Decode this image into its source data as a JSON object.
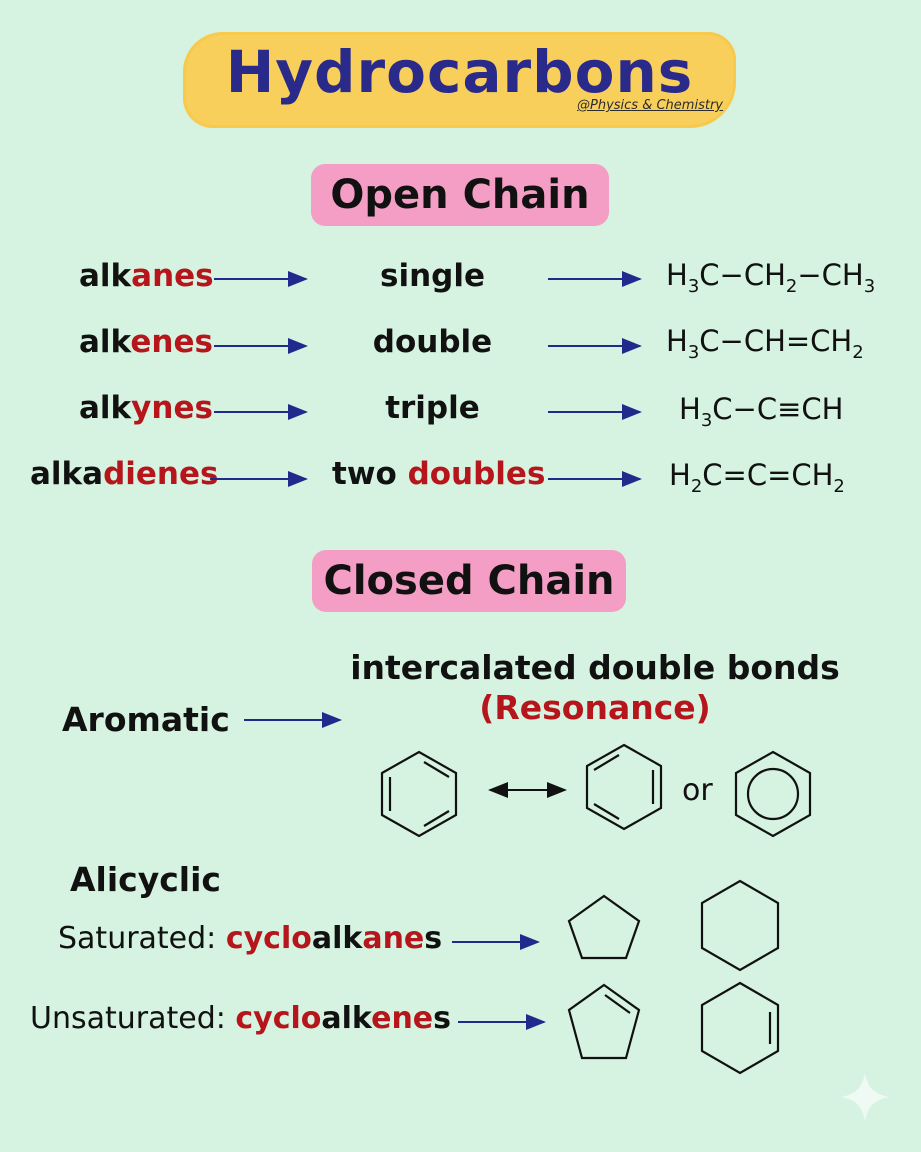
{
  "title": "Hydrocarbons",
  "watermark": "@Physics & Chemistry",
  "open_chain": {
    "heading": "Open Chain",
    "rows": [
      {
        "prefix": "alk",
        "suffix": "anes",
        "bond": "single",
        "formula": [
          "H",
          "3",
          "C−CH",
          "2",
          "−CH",
          "3"
        ]
      },
      {
        "prefix": "alk",
        "suffix": "enes",
        "bond": "double",
        "formula": [
          "H",
          "3",
          "C−CH=CH",
          "2",
          "",
          ""
        ]
      },
      {
        "prefix": "alk",
        "suffix": "ynes",
        "bond": "triple",
        "formula": [
          "H",
          "3",
          "C−C≡CH",
          "",
          "",
          ""
        ]
      },
      {
        "prefix": "alka",
        "suffix": "dienes",
        "bond_plain": "two ",
        "bond_red": "doubles",
        "formula": [
          "H",
          "2",
          "C=C=CH",
          "2",
          "",
          ""
        ]
      }
    ]
  },
  "closed_chain": {
    "heading": "Closed Chain",
    "aromatic": {
      "label": "Aromatic",
      "description": "intercalated double bonds",
      "note": "(Resonance)",
      "or": "or"
    },
    "alicyclic": {
      "label": "Alicyclic",
      "saturated": {
        "lead": "Saturated: ",
        "red1": "cyclo",
        "mid": "alk",
        "red2": "ane",
        "tail": "s"
      },
      "unsaturated": {
        "lead": "Unsaturated: ",
        "red1": "cyclo",
        "mid": "alk",
        "red2": "ene",
        "tail": "s"
      }
    }
  },
  "colors": {
    "background": "#d5f3e0",
    "title_banner": "#f9cf5b",
    "title_text": "#2a2a8a",
    "section_tag": "#f59ec5",
    "accent_red": "#b5151b",
    "arrow": "#1f2a8c"
  }
}
